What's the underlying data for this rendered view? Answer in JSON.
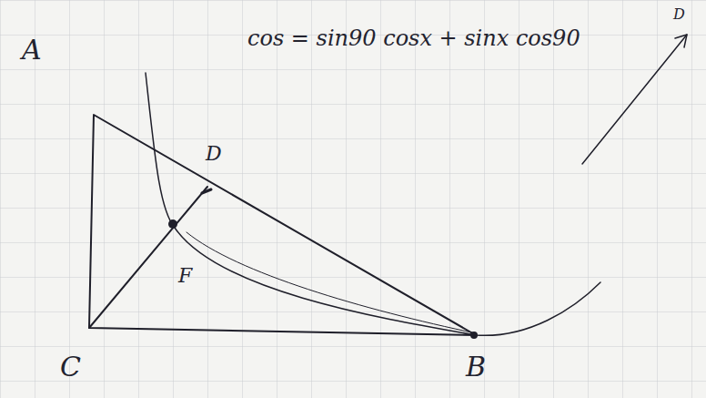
{
  "diagram": {
    "labels": [
      "cos = sin90 cosx + sinx cos90",
      "A",
      "D",
      "F",
      "C",
      "B",
      "D"
    ]
  }
}
